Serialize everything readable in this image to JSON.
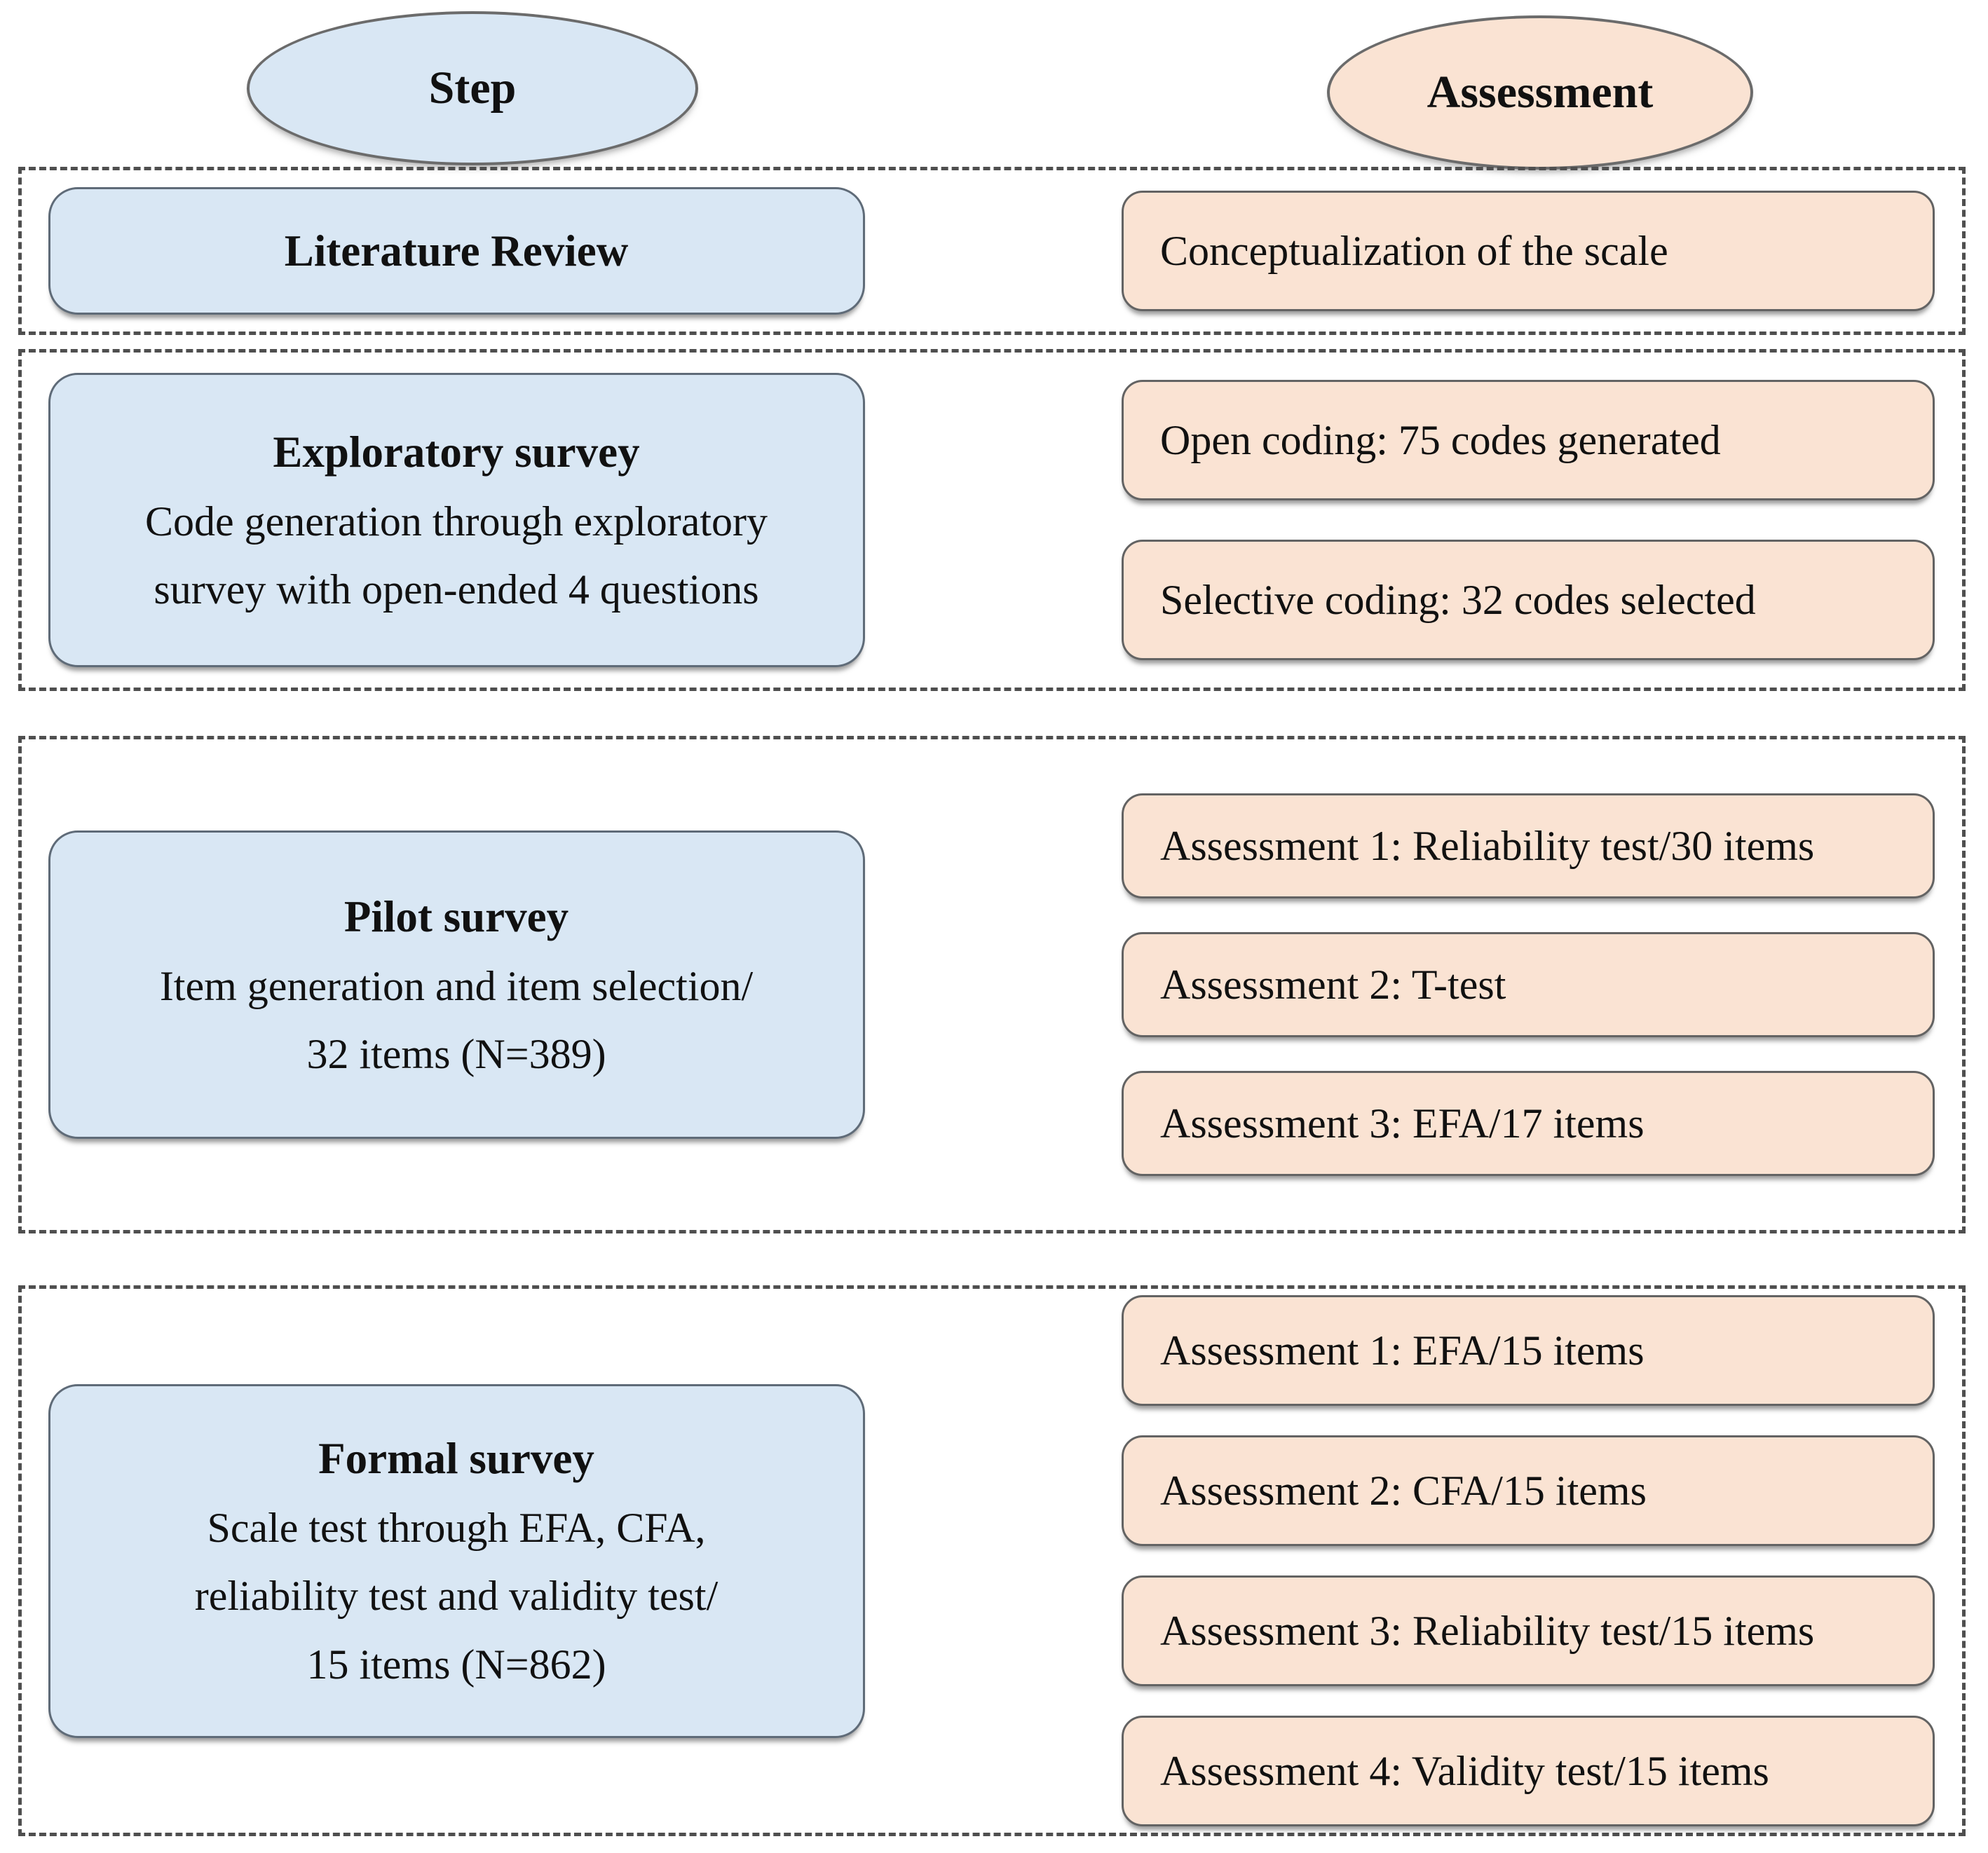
{
  "header": {
    "step_label": "Step",
    "assessment_label": "Assessment"
  },
  "colors": {
    "step_fill": "#d9e7f4",
    "assessment_fill": "#fae3d3",
    "box_border": "#636363",
    "dashed_border": "#4f4f4f",
    "text": "#111111",
    "background": "#ffffff"
  },
  "sections": [
    {
      "name": "literature-review",
      "step": {
        "title": "Literature Review",
        "lines": []
      },
      "assessments": [
        "Conceptualization of the scale"
      ]
    },
    {
      "name": "exploratory-survey",
      "step": {
        "title": "Exploratory survey",
        "lines": [
          "Code generation through exploratory",
          "survey with open-ended 4 questions"
        ]
      },
      "assessments": [
        "Open coding: 75 codes generated",
        "Selective coding: 32 codes selected"
      ]
    },
    {
      "name": "pilot-survey",
      "step": {
        "title": "Pilot survey",
        "lines": [
          "Item generation and item selection/",
          "32 items (N=389)"
        ]
      },
      "assessments": [
        "Assessment 1: Reliability test/30 items",
        "Assessment 2: T-test",
        "Assessment 3: EFA/17 items"
      ]
    },
    {
      "name": "formal-survey",
      "step": {
        "title": "Formal survey",
        "lines": [
          "Scale test through EFA, CFA,",
          "reliability test and validity test/",
          "15 items (N=862)"
        ]
      },
      "assessments": [
        "Assessment 1: EFA/15 items",
        "Assessment 2: CFA/15 items",
        "Assessment 3: Reliability test/15 items",
        "Assessment 4: Validity test/15 items"
      ]
    }
  ]
}
